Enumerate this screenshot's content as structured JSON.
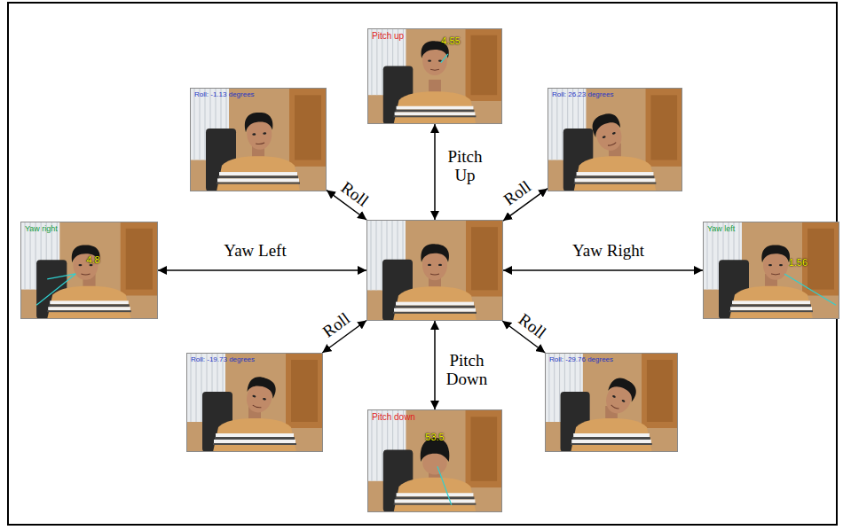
{
  "diagram": {
    "nodes": [
      {
        "text": [
          "Roll: -1.13 degrees"
        ]
      },
      {
        "text": [
          "Pitch up",
          "4.55"
        ]
      },
      {
        "text": [
          "Roll: 26.23 degrees"
        ]
      },
      {
        "text": [
          "Yaw right",
          "4.8"
        ]
      },
      {
        "text": []
      },
      {
        "text": [
          "Yaw left",
          "1.56"
        ]
      },
      {
        "text": [
          "Roll: -19.73 degrees"
        ]
      },
      {
        "text": [
          "Pitch down",
          "53.5"
        ]
      },
      {
        "text": [
          "Roll: -29.76 degrees"
        ]
      }
    ],
    "edges": [
      {
        "from": 4,
        "to": 0,
        "label": "Roll",
        "arrow": "both"
      },
      {
        "from": 4,
        "to": 1,
        "label": "Pitch Up",
        "arrow": "both"
      },
      {
        "from": 4,
        "to": 2,
        "label": "Roll",
        "arrow": "both"
      },
      {
        "from": 4,
        "to": 3,
        "label": "Yaw Left",
        "arrow": "both"
      },
      {
        "from": 4,
        "to": 5,
        "label": "Yaw Right",
        "arrow": "both"
      },
      {
        "from": 4,
        "to": 6,
        "label": "Roll",
        "arrow": "both"
      },
      {
        "from": 4,
        "to": 7,
        "label": "Pitch Down",
        "arrow": "both"
      },
      {
        "from": 4,
        "to": 8,
        "label": "Roll",
        "arrow": "both"
      }
    ]
  }
}
